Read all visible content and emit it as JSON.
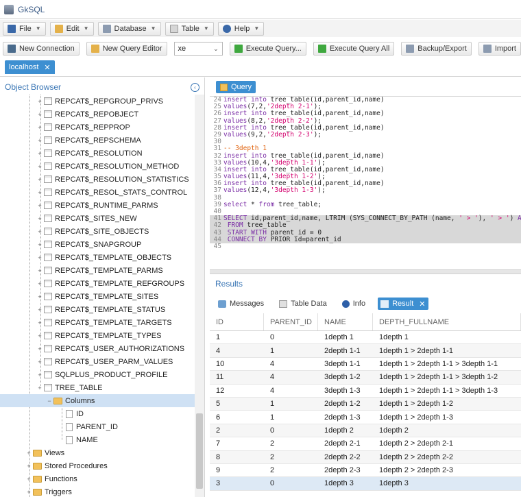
{
  "app": {
    "title": "GkSQL"
  },
  "menu": [
    {
      "label": "File",
      "icon": "save-icon"
    },
    {
      "label": "Edit",
      "icon": "edit-icon"
    },
    {
      "label": "Database",
      "icon": "database-icon"
    },
    {
      "label": "Table",
      "icon": "table-icon"
    },
    {
      "label": "Help",
      "icon": "help-icon"
    }
  ],
  "toolbar": {
    "new_connection": "New Connection",
    "new_query_editor": "New Query Editor",
    "db_select": "xe",
    "execute_query": "Execute Query...",
    "execute_query_all": "Execute Query All",
    "backup_export": "Backup/Export",
    "import": "Import"
  },
  "connection_tab": {
    "label": "localhost"
  },
  "object_browser": {
    "title": "Object Browser",
    "tables": [
      "REPCAT$_REPGROUP_PRIVS",
      "REPCAT$_REPOBJECT",
      "REPCAT$_REPPROP",
      "REPCAT$_REPSCHEMA",
      "REPCAT$_RESOLUTION",
      "REPCAT$_RESOLUTION_METHOD",
      "REPCAT$_RESOLUTION_STATISTICS",
      "REPCAT$_RESOL_STATS_CONTROL",
      "REPCAT$_RUNTIME_PARMS",
      "REPCAT$_SITES_NEW",
      "REPCAT$_SITE_OBJECTS",
      "REPCAT$_SNAPGROUP",
      "REPCAT$_TEMPLATE_OBJECTS",
      "REPCAT$_TEMPLATE_PARMS",
      "REPCAT$_TEMPLATE_REFGROUPS",
      "REPCAT$_TEMPLATE_SITES",
      "REPCAT$_TEMPLATE_STATUS",
      "REPCAT$_TEMPLATE_TARGETS",
      "REPCAT$_TEMPLATE_TYPES",
      "REPCAT$_USER_AUTHORIZATIONS",
      "REPCAT$_USER_PARM_VALUES",
      "SQLPLUS_PRODUCT_PROFILE",
      "TREE_TABLE"
    ],
    "columns_folder": "Columns",
    "columns": [
      "ID",
      "PARENT_ID",
      "NAME"
    ],
    "folders": [
      "Views",
      "Stored Procedures",
      "Functions",
      "Triggers"
    ]
  },
  "query_tab": {
    "label": "Query"
  },
  "editor_lines": [
    {
      "n": "24",
      "t": "insert into tree_table(id,parent_id,name)",
      "k": "ins"
    },
    {
      "n": "25",
      "t": "values(7,2,'2depth 2-1');",
      "k": "val"
    },
    {
      "n": "26",
      "t": "insert into tree_table(id,parent_id,name)",
      "k": "ins"
    },
    {
      "n": "27",
      "t": "values(8,2,'2depth 2-2');",
      "k": "val"
    },
    {
      "n": "28",
      "t": "insert into tree_table(id,parent_id,name)",
      "k": "ins"
    },
    {
      "n": "29",
      "t": "values(9,2,'2depth 2-3');",
      "k": "val"
    },
    {
      "n": "30",
      "t": "",
      "k": "plain"
    },
    {
      "n": "31",
      "t": "-- 3depth 1",
      "k": "cm"
    },
    {
      "n": "32",
      "t": "insert into tree_table(id,parent_id,name)",
      "k": "ins"
    },
    {
      "n": "33",
      "t": "values(10,4,'3depth 1-1');",
      "k": "val"
    },
    {
      "n": "34",
      "t": "insert into tree_table(id,parent_id,name)",
      "k": "ins"
    },
    {
      "n": "35",
      "t": "values(11,4,'3depth 1-2');",
      "k": "val"
    },
    {
      "n": "36",
      "t": "insert into tree_table(id,parent_id,name)",
      "k": "ins"
    },
    {
      "n": "37",
      "t": "values(12,4,'3depth 1-3');",
      "k": "val"
    },
    {
      "n": "38",
      "t": "",
      "k": "plain"
    },
    {
      "n": "39",
      "t": "select * from tree_table;",
      "k": "sel"
    },
    {
      "n": "40",
      "t": "",
      "k": "plain"
    },
    {
      "n": "41",
      "t": "SELECT id,parent_id,name, LTRIM (SYS_CONNECT_BY_PATH (name, ' > '), ' > ') AS",
      "k": "hl1"
    },
    {
      "n": "42",
      "t": " FROM tree_table",
      "k": "hl2"
    },
    {
      "n": "43",
      "t": " START WITH parent_id = 0",
      "k": "hl3"
    },
    {
      "n": "44",
      "t": " CONNECT BY PRIOR id=parent_id",
      "k": "hl4"
    },
    {
      "n": "45",
      "t": "",
      "k": "plain"
    }
  ],
  "results": {
    "title": "Results",
    "tabs": [
      "Messages",
      "Table Data",
      "Info",
      "Result"
    ],
    "columns": [
      "ID",
      "PARENT_ID",
      "NAME",
      "DEPTH_FULLNAME"
    ],
    "rows": [
      [
        "1",
        "0",
        "1depth 1",
        "1depth 1"
      ],
      [
        "4",
        "1",
        "2depth 1-1",
        "1depth 1 > 2depth 1-1"
      ],
      [
        "10",
        "4",
        "3depth 1-1",
        "1depth 1 > 2depth 1-1 > 3depth 1-1"
      ],
      [
        "11",
        "4",
        "3depth 1-2",
        "1depth 1 > 2depth 1-1 > 3depth 1-2"
      ],
      [
        "12",
        "4",
        "3depth 1-3",
        "1depth 1 > 2depth 1-1 > 3depth 1-3"
      ],
      [
        "5",
        "1",
        "2depth 1-2",
        "1depth 1 > 2depth 1-2"
      ],
      [
        "6",
        "1",
        "2depth 1-3",
        "1depth 1 > 2depth 1-3"
      ],
      [
        "2",
        "0",
        "1depth 2",
        "1depth 2"
      ],
      [
        "7",
        "2",
        "2depth 2-1",
        "1depth 2 > 2depth 2-1"
      ],
      [
        "8",
        "2",
        "2depth 2-2",
        "1depth 2 > 2depth 2-2"
      ],
      [
        "9",
        "2",
        "2depth 2-3",
        "1depth 2 > 2depth 2-3"
      ],
      [
        "3",
        "0",
        "1depth 3",
        "1depth 3"
      ]
    ]
  },
  "colors": {
    "accent": "#3d8fd1",
    "selection": "#cfe1f4",
    "keyword": "#7b2ea6",
    "string": "#d4006e",
    "comment": "#e0620d"
  }
}
